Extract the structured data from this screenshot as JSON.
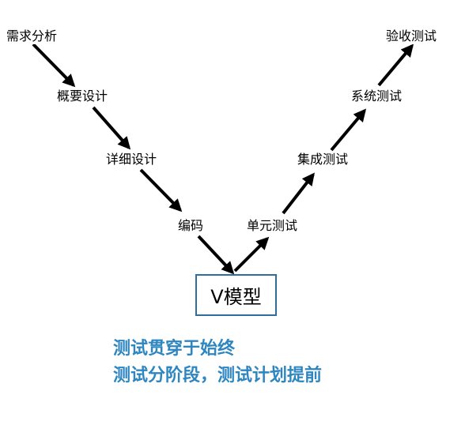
{
  "diagram": {
    "left_branch": [
      "需求分析",
      "概要设计",
      "详细设计",
      "编码"
    ],
    "right_branch": [
      "单元测试",
      "集成测试",
      "系统测试",
      "验收测试"
    ],
    "model_label": "V模型",
    "notes": [
      "测试贯穿于始终",
      "测试分阶段，测试计划提前"
    ]
  },
  "colors": {
    "arrow": "#000000",
    "box_border": "#2f6e9c",
    "note_text": "#2e86c1"
  }
}
